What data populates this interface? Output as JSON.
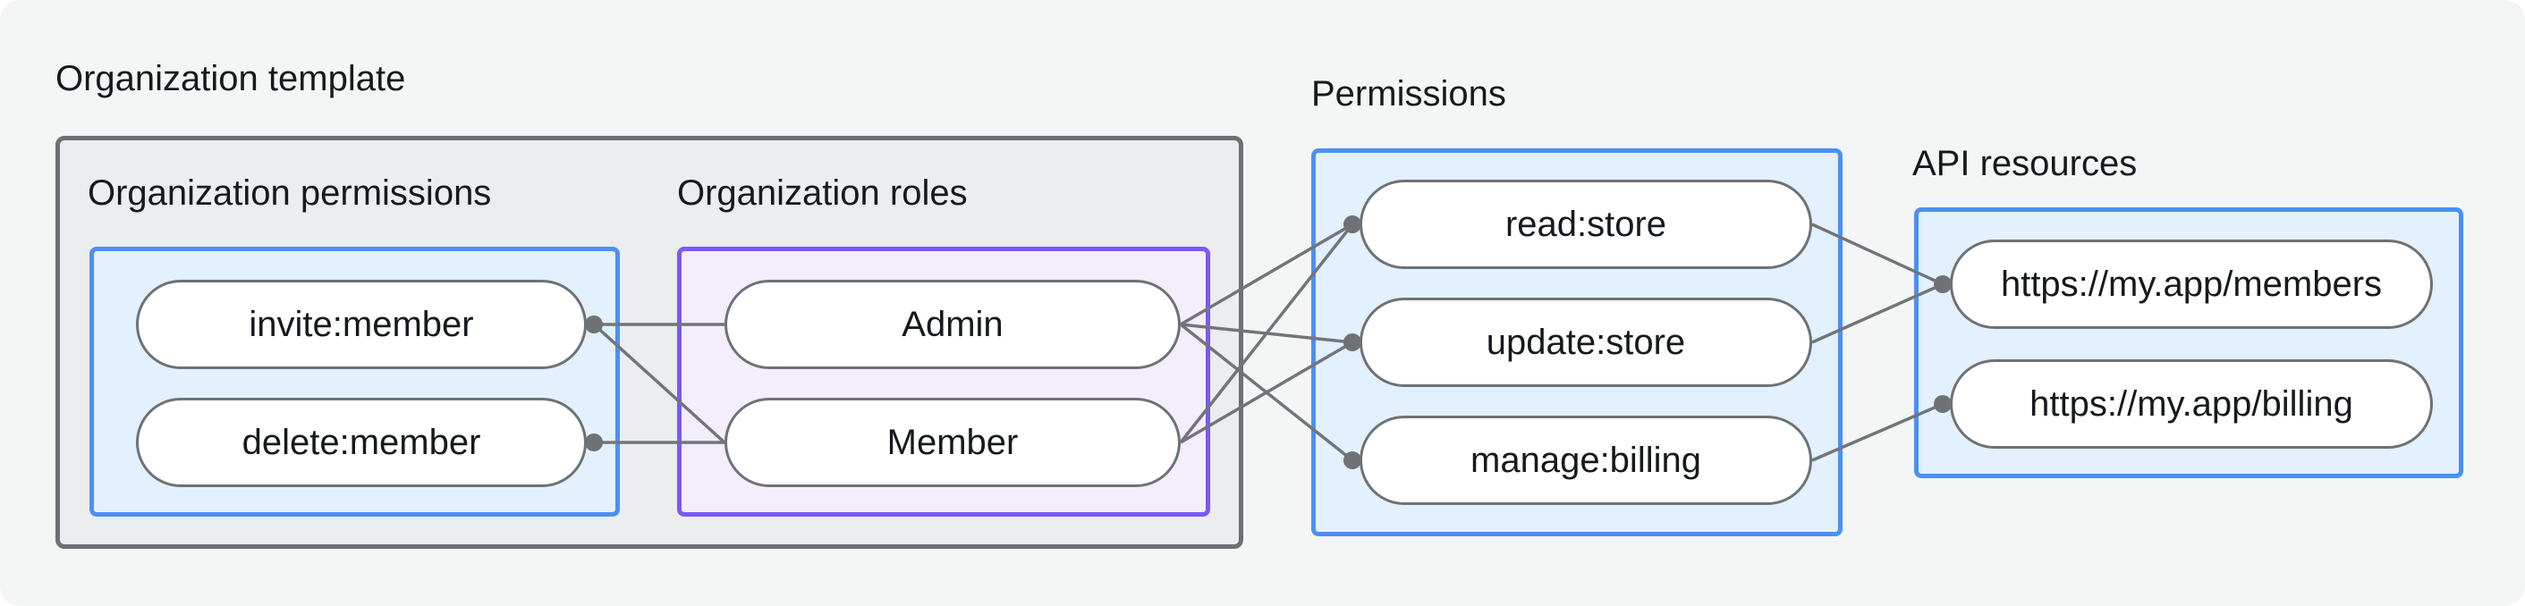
{
  "diagram": {
    "background": "#F4F6F6",
    "colors": {
      "background": "#F4F6F6",
      "text": "#16191D",
      "gray_border": "#6B7074",
      "gray_fill": "#EBEDEE",
      "blue_border": "#4B90F6",
      "blue_fill": "#E3F0FD",
      "purple_border": "#7B58F7",
      "purple_fill": "#F3EDFC",
      "pill_border": "#6E7275",
      "pill_fill": "#FFFFFF",
      "line": "#717578",
      "dot": "#6E7275"
    },
    "groups": {
      "org_template": {
        "label": "Organization template"
      },
      "org_permissions": {
        "label": "Organization permissions"
      },
      "org_roles": {
        "label": "Organization roles"
      },
      "permissions": {
        "label": "Permissions"
      },
      "api_resources": {
        "label": "API resources"
      }
    },
    "nodes": {
      "invite_member": {
        "label": "invite:member",
        "dot": "right"
      },
      "delete_member": {
        "label": "delete:member",
        "dot": "right"
      },
      "admin": {
        "label": "Admin"
      },
      "member": {
        "label": "Member"
      },
      "read_store": {
        "label": "read:store",
        "dot": "left"
      },
      "update_store": {
        "label": "update:store",
        "dot": "left"
      },
      "manage_billing": {
        "label": "manage:billing",
        "dot": "left"
      },
      "api_members": {
        "label": "https://my.app/members",
        "dot": "left"
      },
      "api_billing": {
        "label": "https://my.app/billing",
        "dot": "left"
      }
    },
    "edges": [
      {
        "from": "invite_member",
        "to": "admin"
      },
      {
        "from": "invite_member",
        "to": "member"
      },
      {
        "from": "delete_member",
        "to": "member"
      },
      {
        "from": "admin",
        "to": "read_store"
      },
      {
        "from": "admin",
        "to": "update_store"
      },
      {
        "from": "admin",
        "to": "manage_billing"
      },
      {
        "from": "member",
        "to": "read_store"
      },
      {
        "from": "member",
        "to": "update_store"
      },
      {
        "from": "read_store",
        "to": "api_members"
      },
      {
        "from": "update_store",
        "to": "api_members"
      },
      {
        "from": "manage_billing",
        "to": "api_billing"
      }
    ]
  }
}
